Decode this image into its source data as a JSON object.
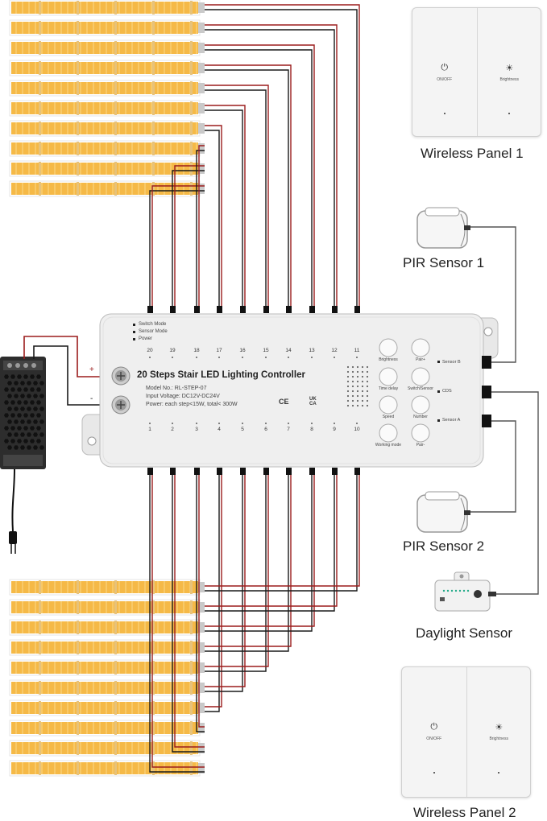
{
  "controller": {
    "title": "20 Steps Stair LED Lighting Controller",
    "model": "Model No.: RL-STEP-07",
    "input": "Input Voltage: DC12V-DC24V",
    "power": "Power: each step<15W, total< 300W",
    "indicators": [
      "Switch Mode",
      "Sensor Mode",
      "Power"
    ],
    "top_ports": [
      "20",
      "19",
      "18",
      "17",
      "16",
      "15",
      "14",
      "13",
      "12",
      "11"
    ],
    "bottom_ports": [
      "1",
      "2",
      "3",
      "4",
      "5",
      "6",
      "7",
      "8",
      "9",
      "10"
    ],
    "buttons": [
      "Brightness",
      "Pair+",
      "Time delay",
      "Switch/Sensor",
      "Speed",
      "Number",
      "Working mode",
      "Pair-"
    ],
    "sensor_labels": [
      "Sensor B",
      "CDS",
      "Sensor A"
    ],
    "plus_sign": "+",
    "minus_sign": "-",
    "cert_marks": [
      "CE",
      "UK CA"
    ]
  },
  "panel1": {
    "label": "Wireless Panel 1",
    "onoff": "ON/OFF",
    "brightness": "Brightness"
  },
  "panel2": {
    "label": "Wireless Panel 2",
    "onoff": "ON/OFF",
    "brightness": "Brightness"
  },
  "pir1": {
    "label": "PIR Sensor 1"
  },
  "pir2": {
    "label": "PIR Sensor 2"
  },
  "daylight": {
    "label": "Daylight Sensor"
  },
  "colors": {
    "wire_red": "#9b1c1c",
    "wire_black": "#1a1a1a",
    "led": "#f5b947",
    "controller": "#efefef",
    "sensor_wire": "#555555"
  }
}
